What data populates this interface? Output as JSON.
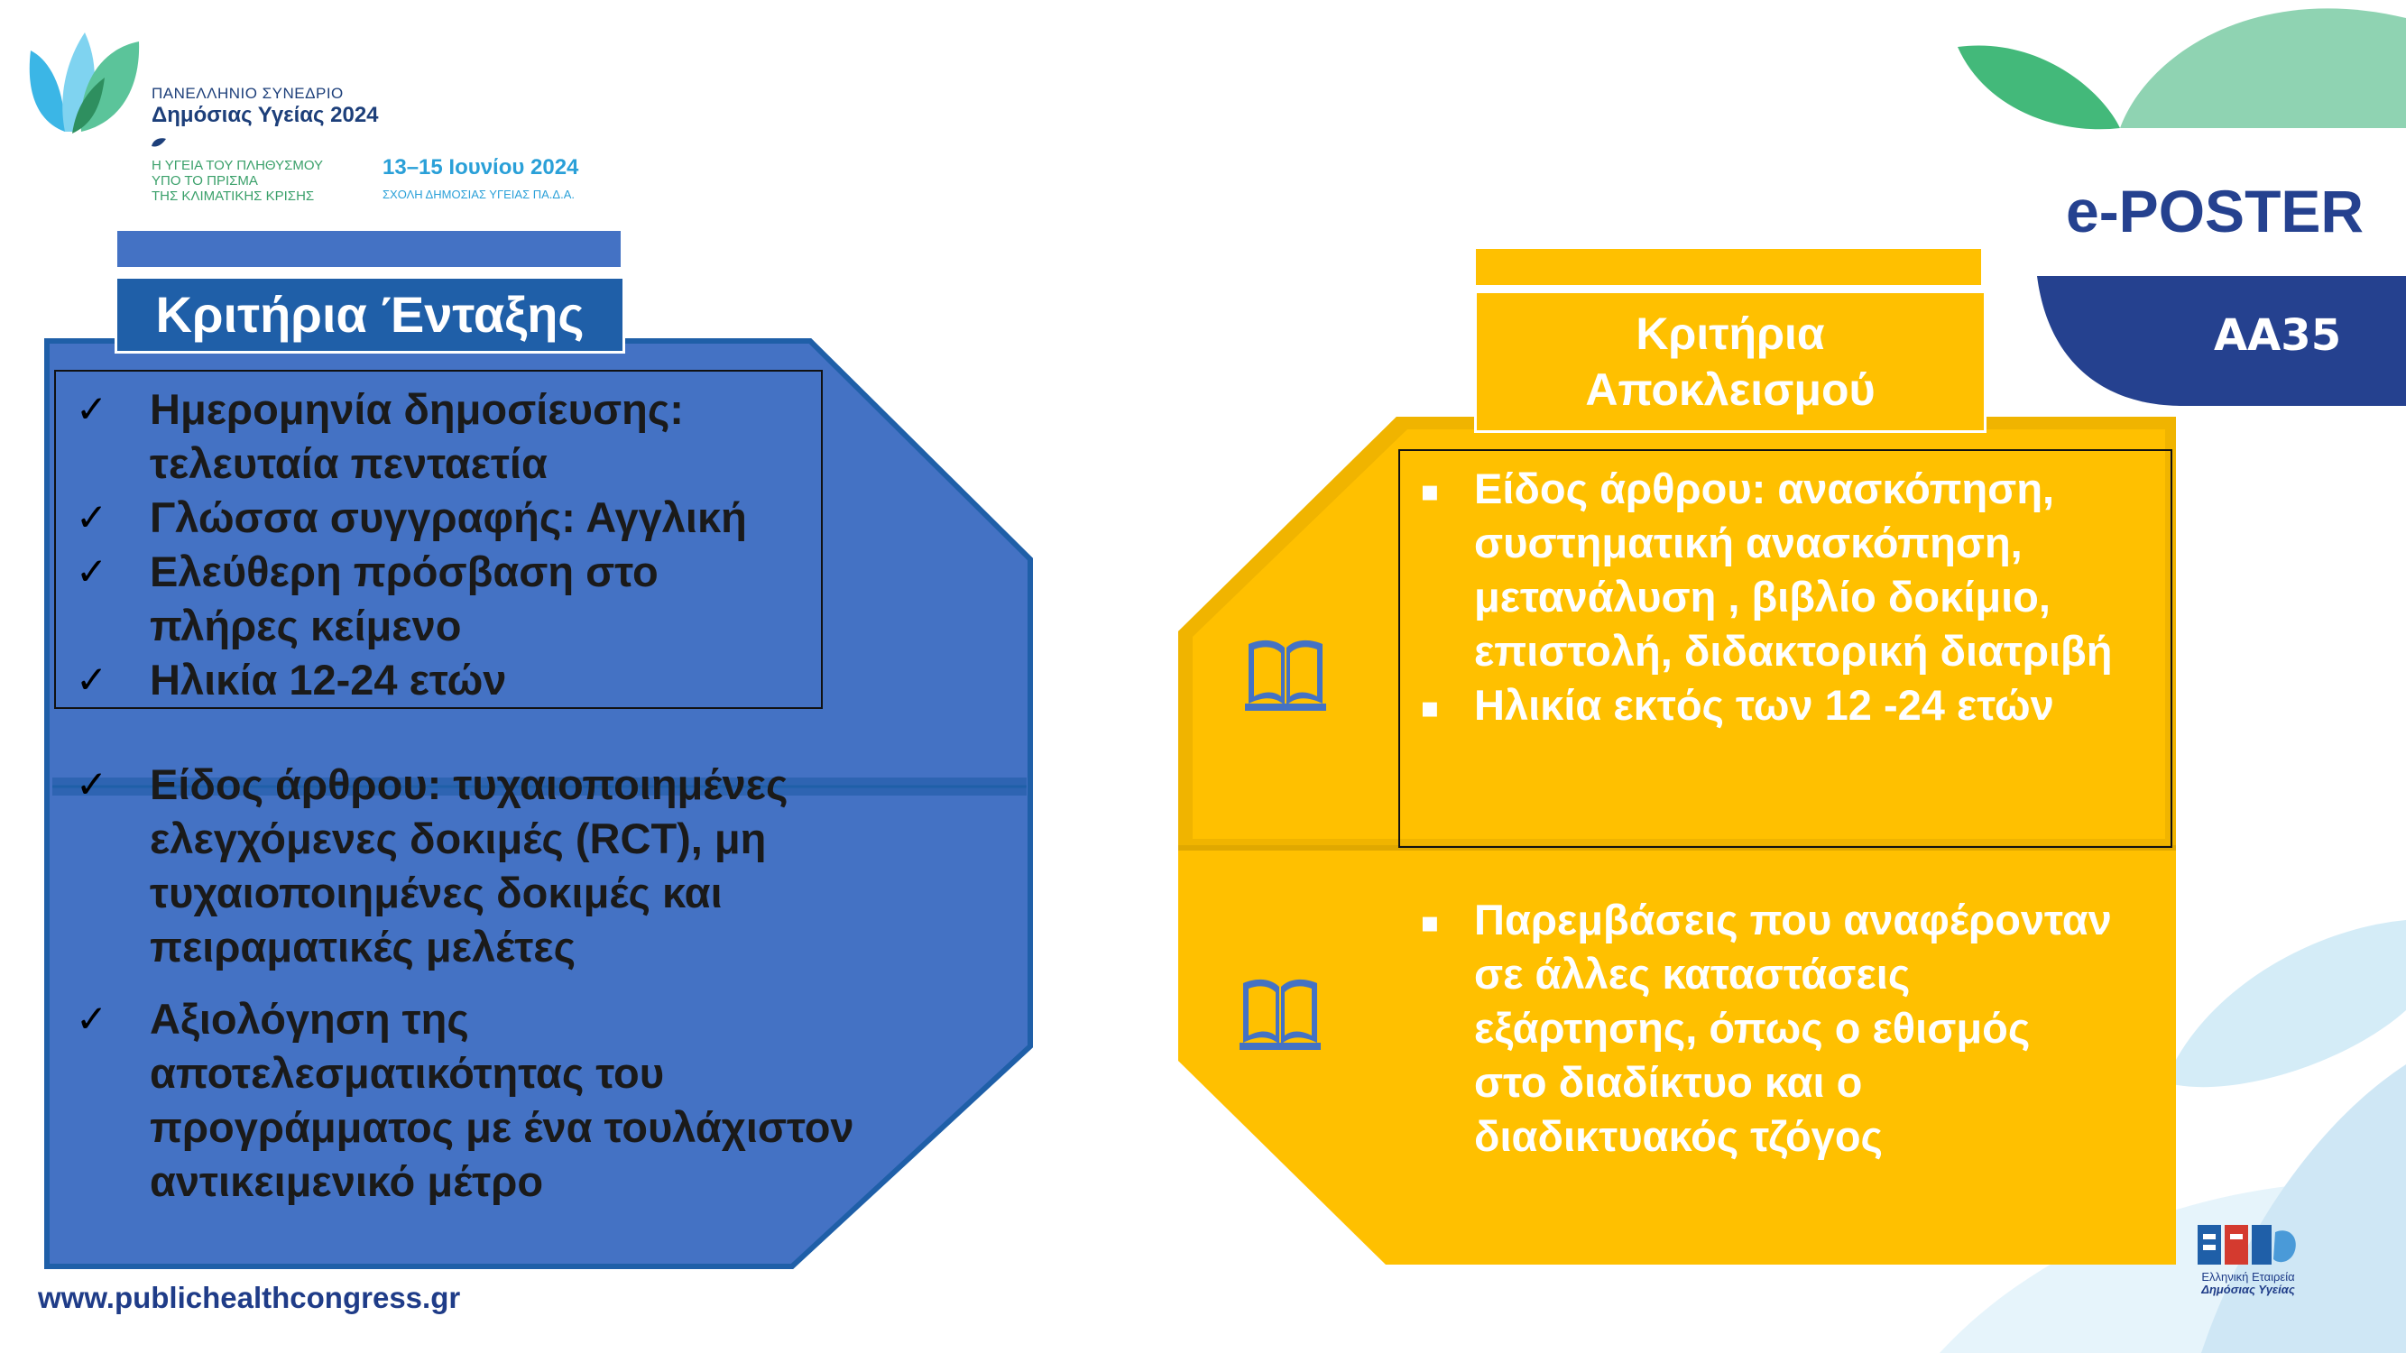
{
  "header": {
    "congress_small": "ΠΑΝΕΛΛΗΝΙΟ ΣΥΝΕΔΡΙΟ",
    "congress_name": "Δημόσιας Υγείας 2024",
    "theme_line1": "Η ΥΓΕΙΑ ΤΟΥ ΠΛΗΘΥΣΜΟΥ",
    "theme_line2": "ΥΠΟ ΤΟ ΠΡΙΣΜΑ",
    "theme_line3": "ΤΗΣ ΚΛΙΜΑΤΙΚΗΣ ΚΡΙΣΗΣ",
    "dates": "13–15 Ιουνίου 2024",
    "venue": "ΣΧΟΛΗ ΔΗΜΟΣΙΑΣ ΥΓΕΙΑΣ ΠΑ.Δ.Α."
  },
  "eposter": {
    "label": "e-POSTER",
    "code": "ΑΑ35"
  },
  "inclusion": {
    "title": "Κριτήρια Ένταξης",
    "box_items": [
      {
        "line1": " Ημερομηνία δημοσίευσης:",
        "line2": "τελευταία πενταετία"
      },
      {
        "line1": " Γλώσσα συγγραφής: Αγγλική",
        "line2": ""
      },
      {
        "line1": " Ελεύθερη πρόσβαση στο",
        "line2": "πλήρες κείμενο"
      },
      {
        "line1": "Ηλικία 12-24 ετών",
        "line2": ""
      }
    ],
    "item_type": {
      "line1": "Είδος άρθρου: τυχαιοποιημένες",
      "line2": "ελεγχόμενες δοκιμές (RCT), μη",
      "line3": "τυχαιοποιημένες δοκιμές και",
      "line4": "πειραματικές μελέτες"
    },
    "item_eval": {
      "line1": "Αξιολόγηση της",
      "line2": "αποτελεσματικότητας του",
      "line3": "προγράμματος με ένα τουλάχιστον",
      "line4": "αντικειμενικό μέτρο"
    }
  },
  "exclusion": {
    "title_line1": "Κριτήρια",
    "title_line2": "Αποκλεισμού",
    "item_type": {
      "line1": "Είδος άρθρου: ανασκόπηση,",
      "line2": "συστηματική ανασκόπηση,",
      "line3": "μετανάλυση , βιβλίο δοκίμιο,",
      "line4": "επιστολή, διδακτορική διατριβή"
    },
    "item_age": "Ηλικία εκτός των 12 -24 ετών",
    "item_interventions": {
      "line1": "Παρεμβάσεις που αναφέρονταν",
      "line2": "σε άλλες καταστάσεις",
      "line3": "εξάρτησης, όπως ο εθισμός",
      "line4": "στο διαδίκτυο και ο",
      "line5": "διαδικτυακός τζόγος"
    }
  },
  "footer": {
    "website": "www.publichealthcongress.gr",
    "society_line1": "Ελληνική Εταιρεία",
    "society_line2": "Δημόσιας Υγείας"
  },
  "colors": {
    "blue_panel": "#4472c4",
    "blue_dark": "#1f5fa8",
    "yellow_panel": "#ffc000",
    "navy": "#25418f"
  }
}
